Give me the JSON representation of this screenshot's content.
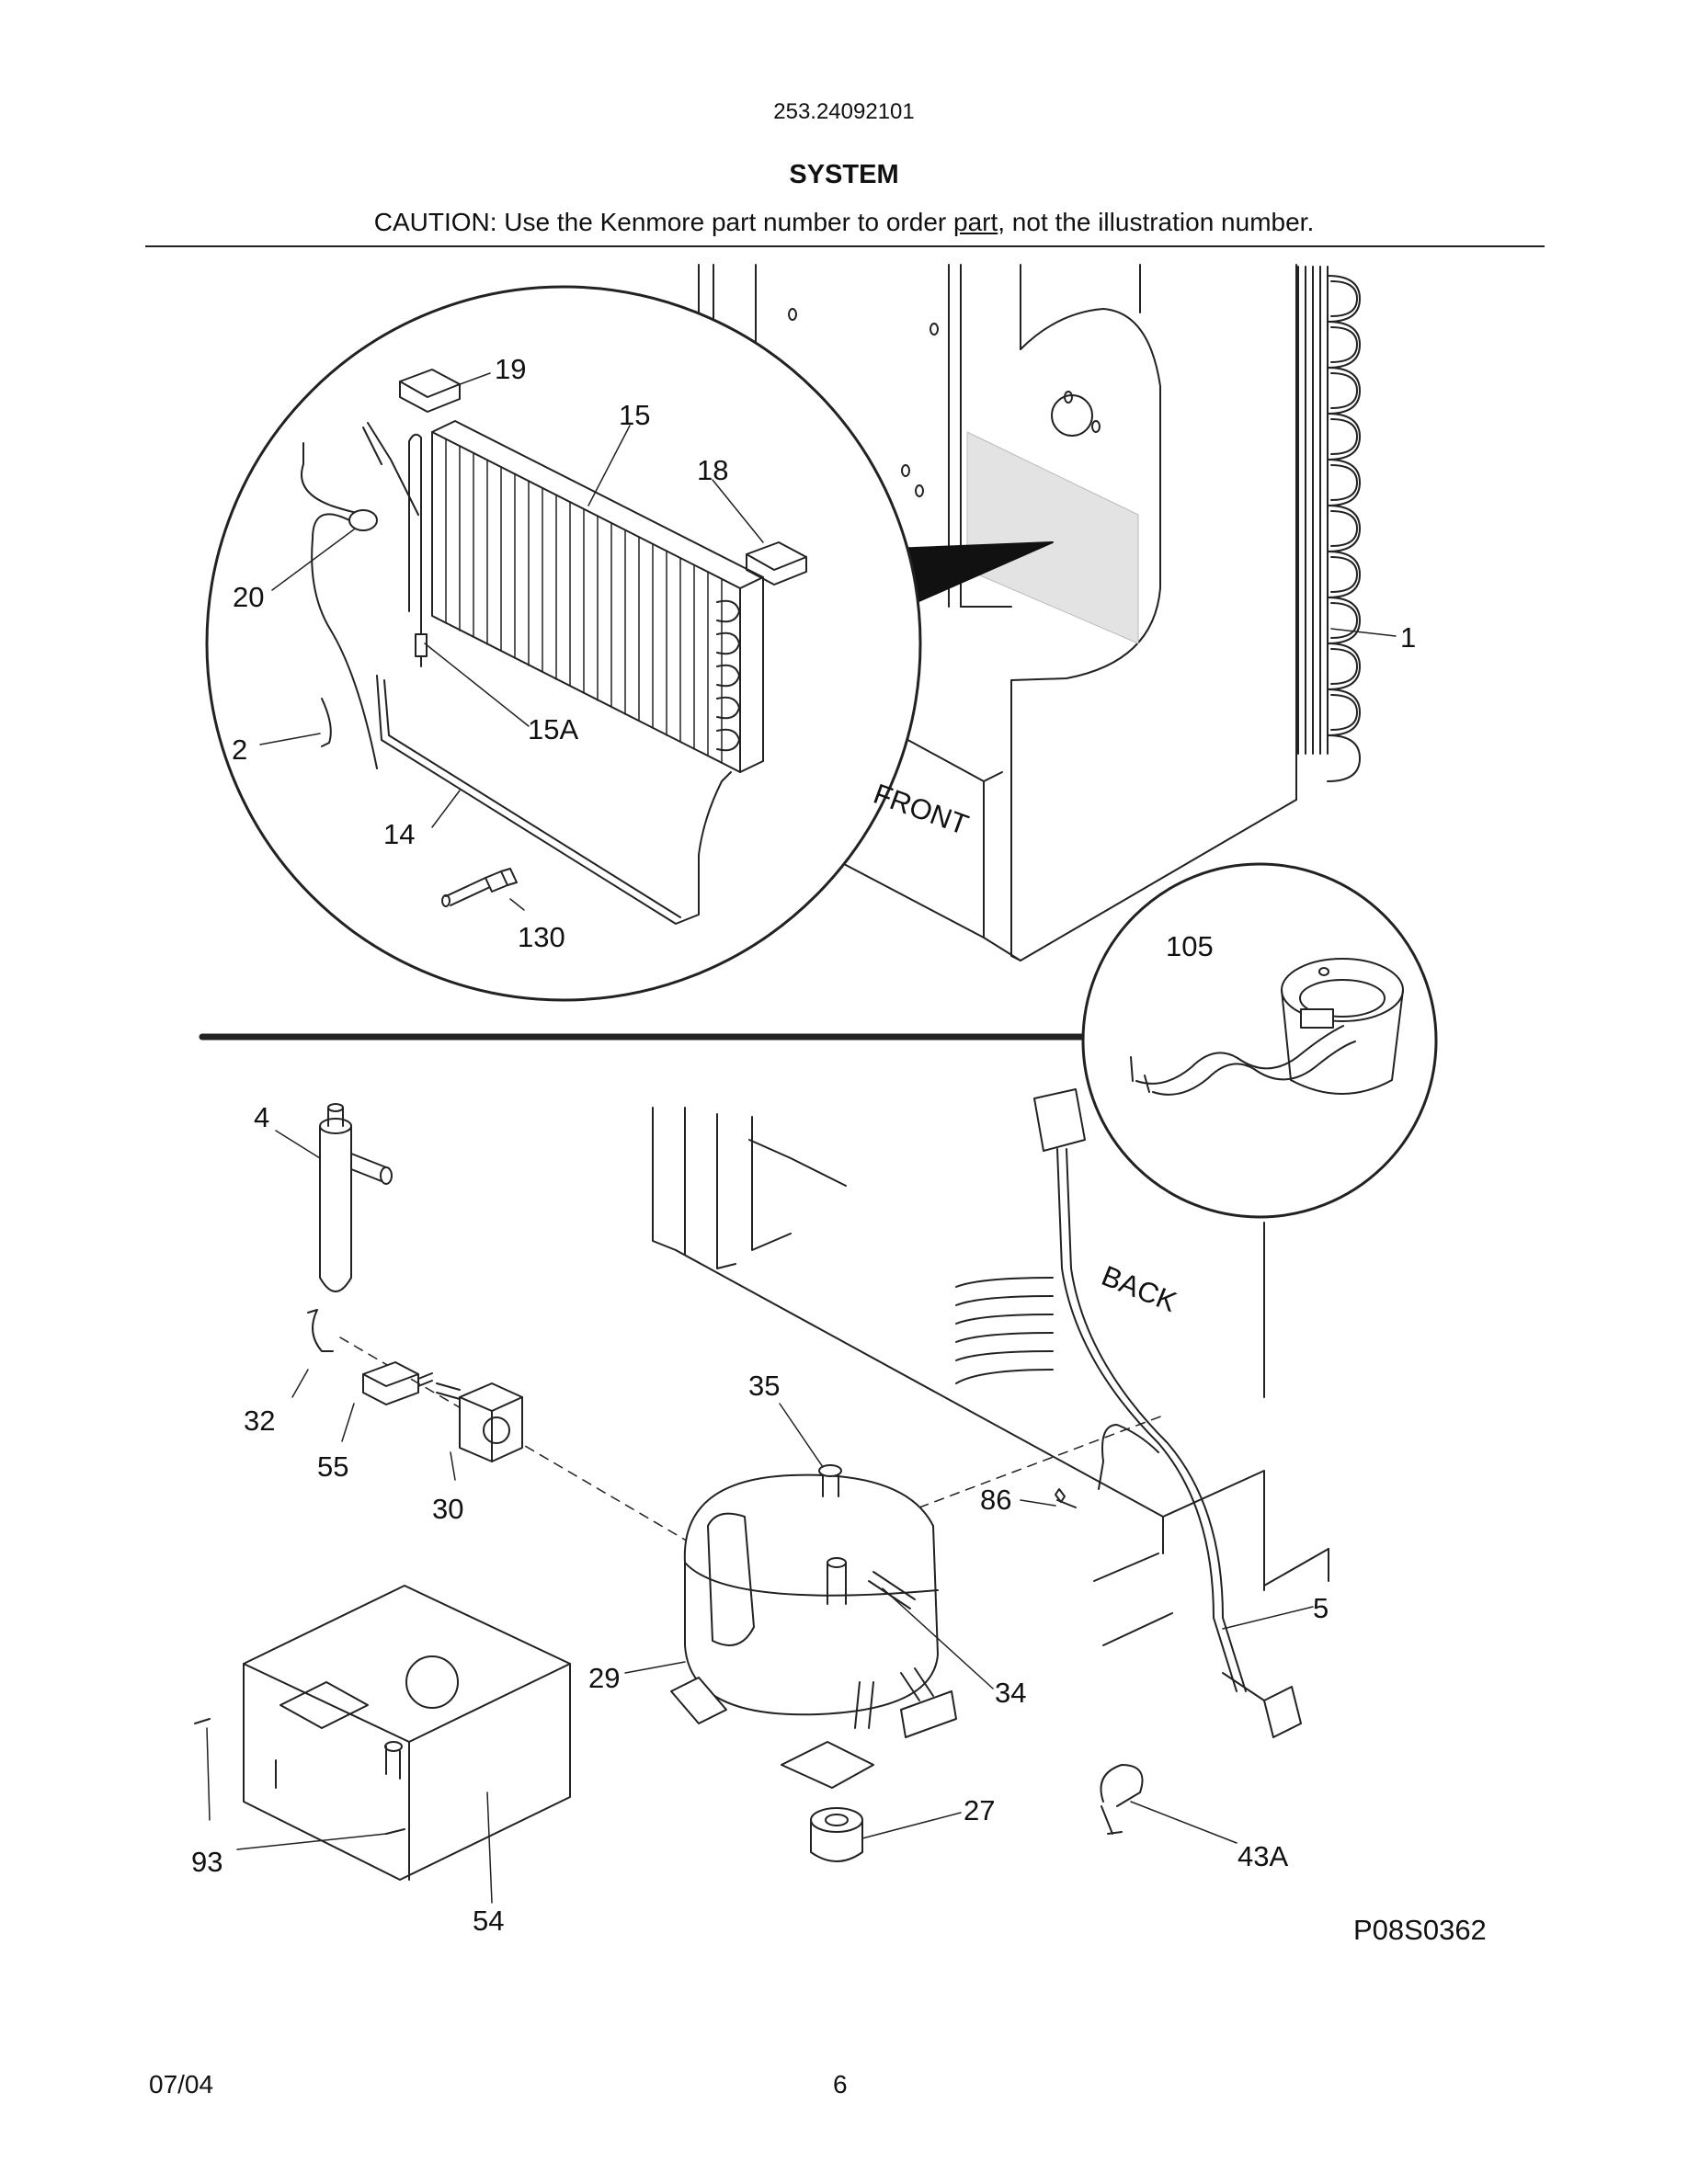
{
  "header": {
    "model_number": "253.24092101",
    "section_title": "SYSTEM",
    "caution_prefix": "CAUTION: Use the Kenmore part number to order ",
    "caution_link": "part",
    "caution_suffix": ", not the illustration number."
  },
  "diagram": {
    "orientation_labels": {
      "front": "FRONT",
      "back": "BACK"
    },
    "figure_code": "P08S0362",
    "callouts": {
      "c1": "1",
      "c2": "2",
      "c4": "4",
      "c5": "5",
      "c14": "14",
      "c15": "15",
      "c15a": "15A",
      "c18": "18",
      "c19": "19",
      "c20": "20",
      "c27": "27",
      "c29": "29",
      "c30": "30",
      "c32": "32",
      "c34": "34",
      "c35": "35",
      "c43a": "43A",
      "c54": "54",
      "c55": "55",
      "c86": "86",
      "c93": "93",
      "c105": "105",
      "c130": "130"
    }
  },
  "footer": {
    "date": "07/04",
    "page_number": "6"
  }
}
